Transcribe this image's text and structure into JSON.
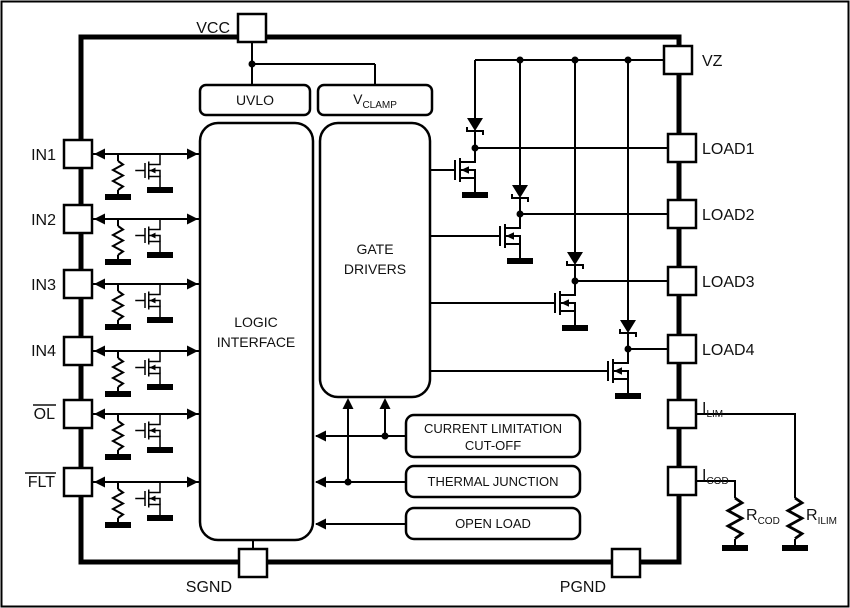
{
  "pins": {
    "vcc": "VCC",
    "vz": "VZ",
    "in1": "IN1",
    "in2": "IN2",
    "in3": "IN3",
    "in4": "IN4",
    "ol": "OL",
    "flt": "FLT",
    "load1": "LOAD1",
    "load2": "LOAD2",
    "load3": "LOAD3",
    "load4": "LOAD4",
    "ilim": {
      "main": "I",
      "sub": "LIM"
    },
    "icod": {
      "main": "I",
      "sub": "COD"
    },
    "sgnd": "SGND",
    "pgnd": "PGND"
  },
  "blocks": {
    "uvlo": "UVLO",
    "vclamp": {
      "main": "V",
      "sub": "CLAMP"
    },
    "logic_interface": {
      "line1": "LOGIC",
      "line2": "INTERFACE"
    },
    "gate_drivers": {
      "line1": "GATE",
      "line2": "DRIVERS"
    },
    "current_limitation": {
      "line1": "CURRENT LIMITATION",
      "line2": "CUT-OFF"
    },
    "thermal_junction": "THERMAL JUNCTION",
    "open_load": "OPEN LOAD"
  },
  "external": {
    "rcod": {
      "main": "R",
      "sub": "COD"
    },
    "rilim": {
      "main": "R",
      "sub": "ILIM"
    }
  },
  "colors": {
    "line": "#000000",
    "background": "#ffffff"
  }
}
